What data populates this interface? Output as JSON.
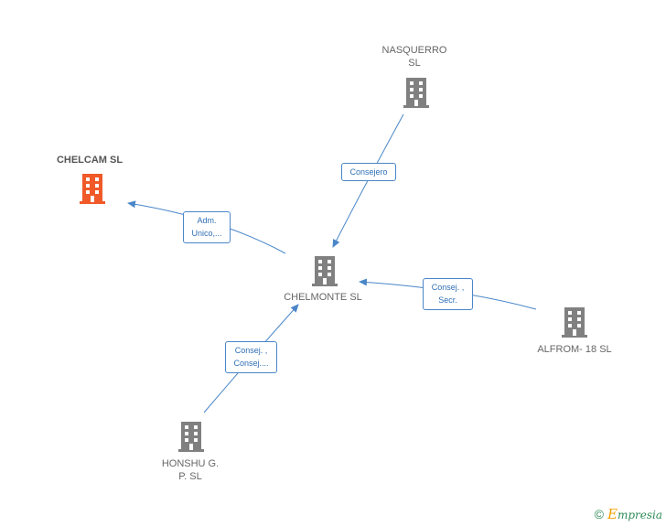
{
  "nodes": {
    "nasquerro": {
      "lines": [
        "NASQUERRO",
        "SL"
      ]
    },
    "chelcam": {
      "lines": [
        "CHELCAM  SL"
      ]
    },
    "chelmonte": {
      "lines": [
        "CHELMONTE SL"
      ]
    },
    "alfrom": {
      "lines": [
        "ALFROM- 18  SL"
      ]
    },
    "honshu": {
      "lines": [
        "HONSHU G.",
        "P.  SL"
      ]
    }
  },
  "edges": {
    "nasquerro_chelmonte": {
      "lines": [
        "Consejero"
      ]
    },
    "chelmonte_chelcam": {
      "lines": [
        "Adm.",
        "Unico,..."
      ]
    },
    "alfrom_chelmonte": {
      "lines": [
        "Consej. ,",
        "Secr."
      ]
    },
    "honshu_chelmonte": {
      "lines": [
        "Consej. ,",
        "Consej...."
      ]
    }
  },
  "colors": {
    "edge": "#4a86c8",
    "building": "#808080",
    "building_highlight": "#f05a28"
  },
  "footer": {
    "copyright": "©",
    "brand_initial": "E",
    "brand_rest": "mpresia"
  }
}
